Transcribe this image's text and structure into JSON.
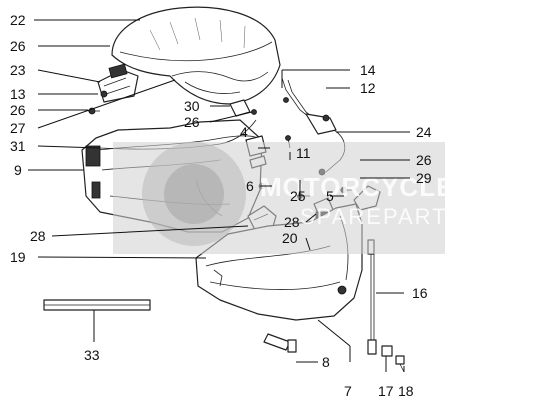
{
  "diagram": {
    "callouts": {
      "c22": "22",
      "c26a": "26",
      "c23": "23",
      "c13": "13",
      "c26b": "26",
      "c27": "27",
      "c31": "31",
      "c9": "9",
      "c30": "30",
      "c26c": "26",
      "c14": "14",
      "c12": "12",
      "c24": "24",
      "c4": "4",
      "c11": "11",
      "c6": "6",
      "c25": "25",
      "c5": "5",
      "c26d": "26",
      "c29": "29",
      "c28a": "28",
      "c28b": "28",
      "c20": "20",
      "c19": "19",
      "c16": "16",
      "c33": "33",
      "c8": "8",
      "c7": "7",
      "c17": "17",
      "c18": "18"
    },
    "watermark": {
      "brand": "MOTORCYCLE",
      "sub": "SPAREPARTS",
      "color": "#c0c0c0"
    }
  }
}
